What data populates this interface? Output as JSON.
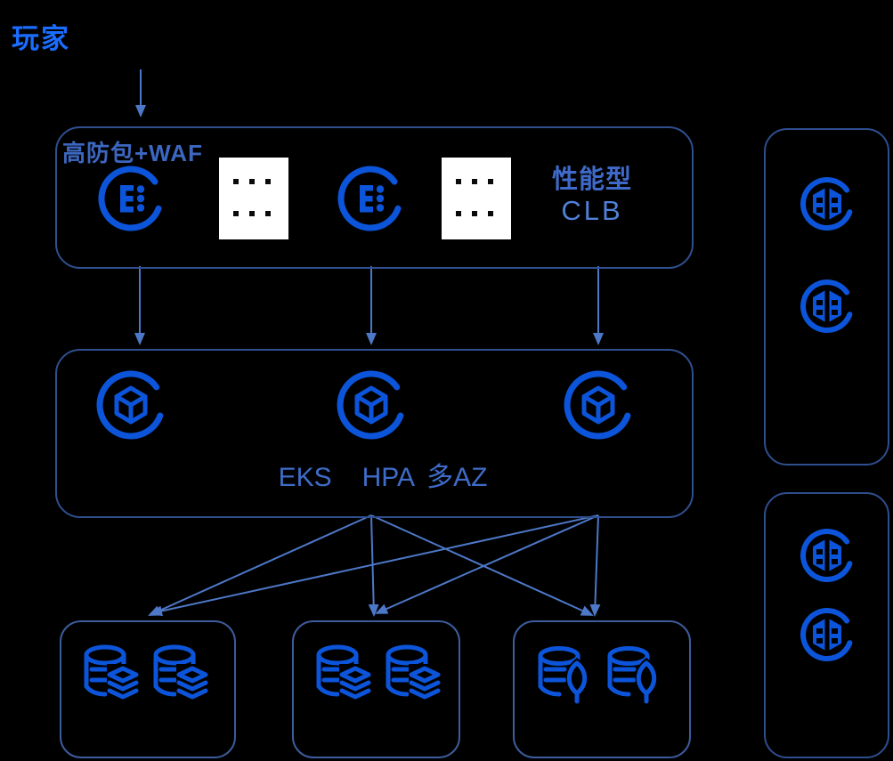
{
  "player": {
    "label": "玩家"
  },
  "waf_box": {
    "label": "高防包+WAF",
    "clb_type": {
      "line1": "性能型",
      "line2": "CLB"
    }
  },
  "eks_box": {
    "labels": [
      "EKS",
      "HPA",
      "多AZ"
    ]
  },
  "colors": {
    "background": "#000000",
    "icon_blue": "#0c55da",
    "player_text": "#1a6dff",
    "box_border": "#2f4f8e",
    "db_box_border": "#3d5c9c",
    "arrow": "#4d78c8",
    "waf_label_text": "#3c67c0",
    "clb_type_text": "#3f6ac9",
    "clb_text": "#4f80d8",
    "eks_label_text": "#3e6cc8",
    "ellipsis_bg": "#ffffff",
    "ellipsis_dots": "#0a0a0a"
  },
  "icons": {
    "load_balancer": "clb-icon",
    "ellipsis": "ellipsis-placeholder-icon",
    "container_cluster": "eks-icon",
    "redis_database": "redis-database-icon",
    "mongodb_database": "mongodb-database-icon",
    "server": "server-icon"
  }
}
